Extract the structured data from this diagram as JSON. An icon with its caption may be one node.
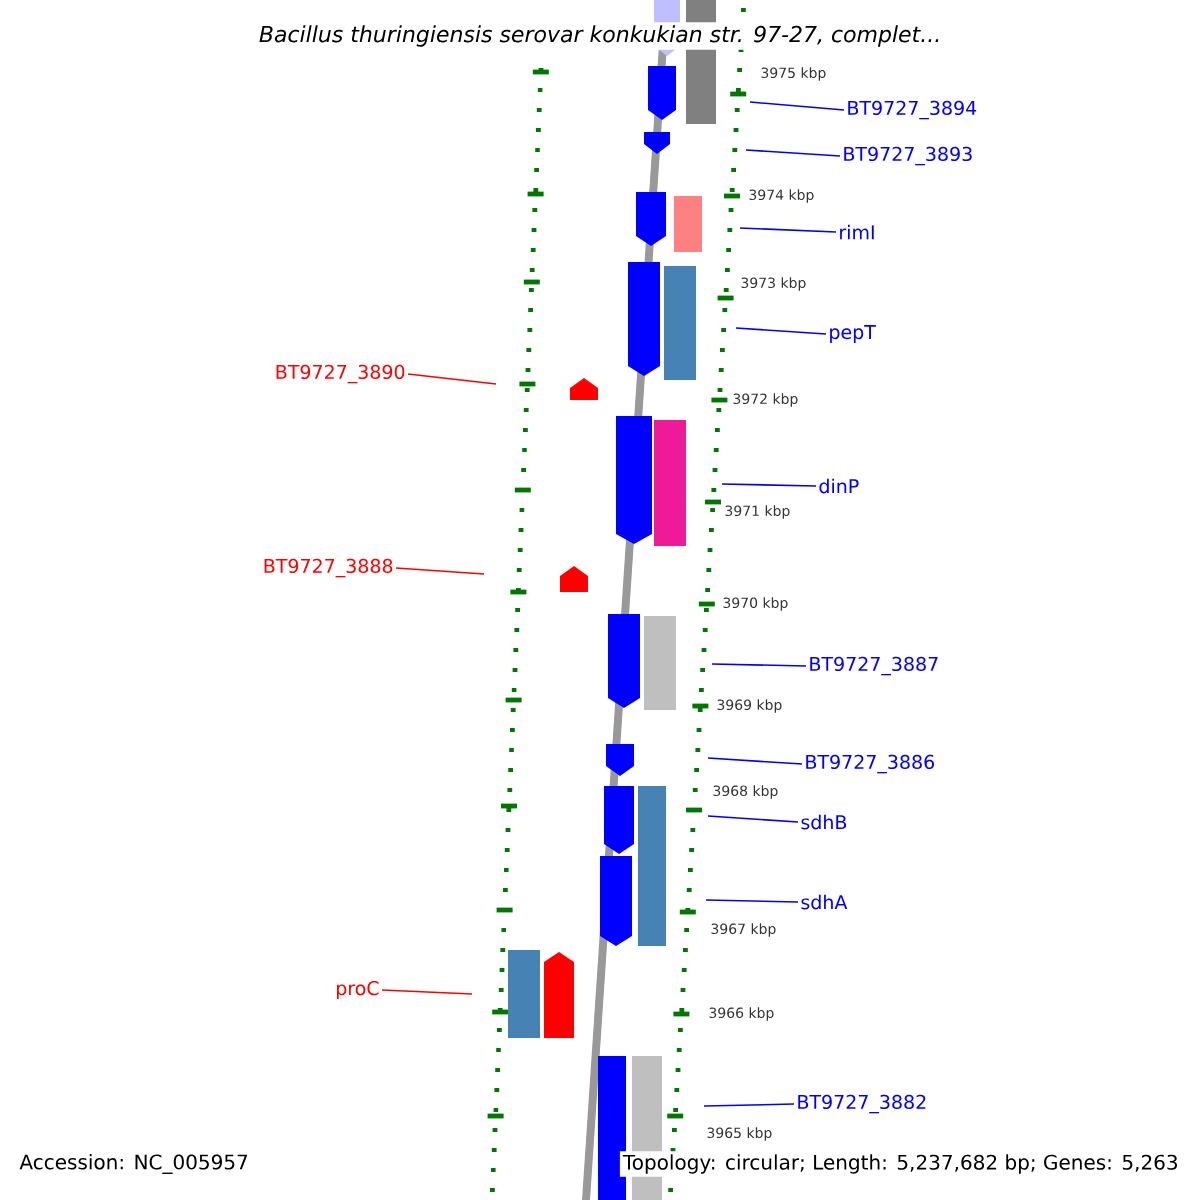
{
  "diagram": {
    "title": "Bacillus thuringiensis serovar konkukian str. 97-27, complet...",
    "nodes": [
      {
        "text": [
          "BT9727_3894"
        ]
      },
      {
        "text": [
          "BT9727_3893"
        ]
      },
      {
        "text": [
          "rimI"
        ]
      },
      {
        "text": [
          "pepT"
        ]
      },
      {
        "text": [
          "BT9727_3890"
        ]
      },
      {
        "text": [
          "dinP"
        ]
      },
      {
        "text": [
          "BT9727_3888"
        ]
      },
      {
        "text": [
          "BT9727_3887"
        ]
      },
      {
        "text": [
          "BT9727_3886"
        ]
      },
      {
        "text": [
          "sdhB"
        ]
      },
      {
        "text": [
          "sdhA"
        ]
      },
      {
        "text": [
          "proC"
        ]
      },
      {
        "text": [
          "BT9727_3882"
        ]
      }
    ],
    "edges": [
      {
        "from": 0,
        "to": null,
        "arrow": "none"
      },
      {
        "from": 1,
        "to": null,
        "arrow": "none"
      },
      {
        "from": 2,
        "to": null,
        "arrow": "none"
      },
      {
        "from": 3,
        "to": null,
        "arrow": "none"
      },
      {
        "from": 4,
        "to": null,
        "arrow": "none",
        "color": "#ff0000"
      },
      {
        "from": 5,
        "to": null,
        "arrow": "none"
      },
      {
        "from": 6,
        "to": null,
        "arrow": "none",
        "color": "#ff0000"
      },
      {
        "from": 7,
        "to": null,
        "arrow": "none"
      },
      {
        "from": 8,
        "to": null,
        "arrow": "none"
      },
      {
        "from": 9,
        "to": null,
        "arrow": "none"
      },
      {
        "from": 10,
        "to": null,
        "arrow": "none"
      },
      {
        "from": 11,
        "to": null,
        "arrow": "none",
        "color": "#ff0000"
      },
      {
        "from": 12,
        "to": null,
        "arrow": "none"
      }
    ],
    "labels": [
      "3975 kbp",
      "3974 kbp",
      "3973 kbp",
      "3972 kbp",
      "3971 kbp",
      "3970 kbp",
      "3969 kbp",
      "3968 kbp",
      "3967 kbp",
      "3966 kbp",
      "3965 kbp",
      "Accession: NC_005957",
      "Topology: circular; Length: 5,237,682 bp; Genes: 5,263"
    ]
  }
}
